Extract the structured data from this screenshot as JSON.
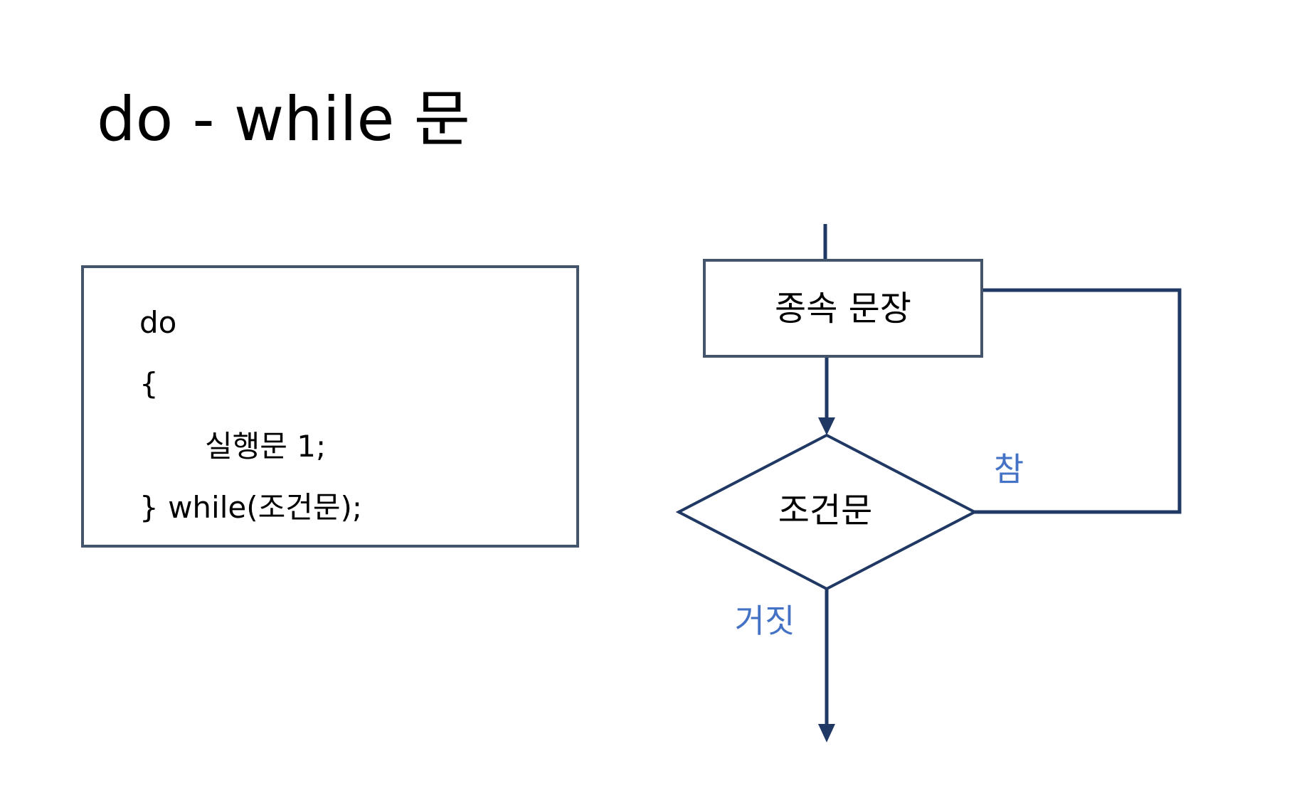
{
  "slide": {
    "title": "do - while 문"
  },
  "code": {
    "lines": [
      "do",
      "{",
      "실행문 1;",
      "} while(조건문);"
    ]
  },
  "flowchart": {
    "process_label": "종속 문장",
    "decision_label": "조건문",
    "true_label": "참",
    "false_label": "거짓"
  },
  "colors": {
    "stroke": "#203864",
    "box_border": "#44546a",
    "branch_label": "#4472c4"
  }
}
